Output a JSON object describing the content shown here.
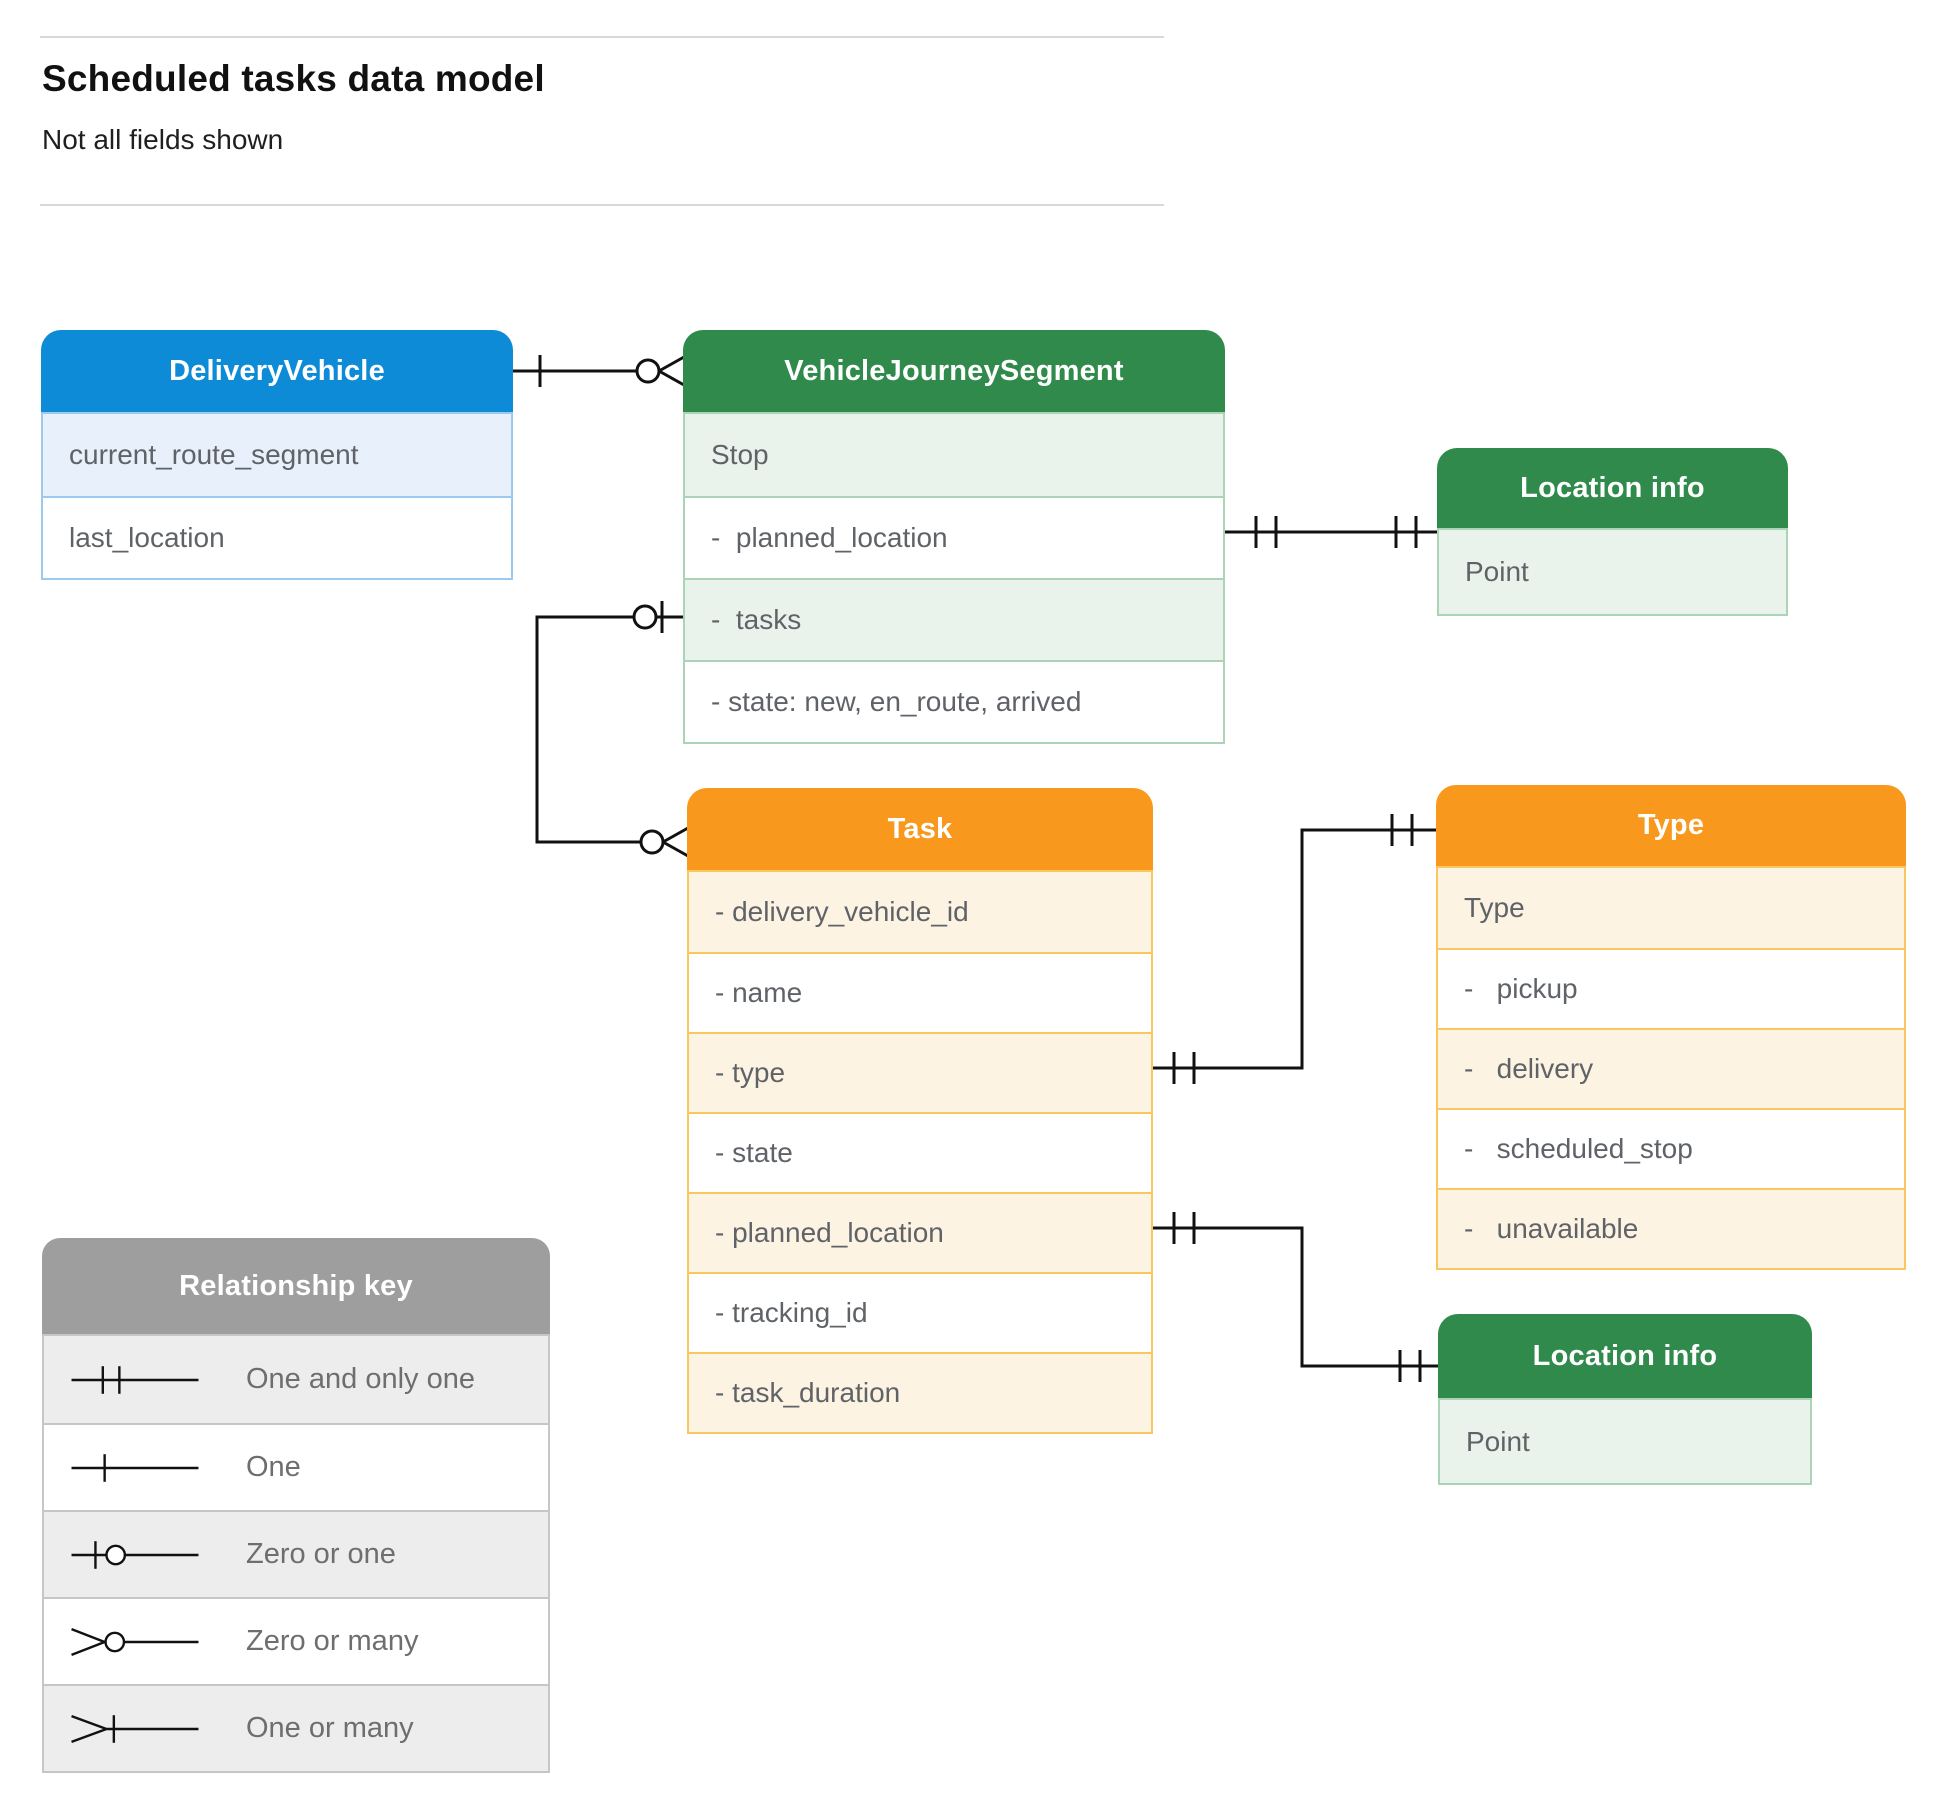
{
  "page": {
    "title": "Scheduled tasks data model",
    "subtitle": "Not all fields shown"
  },
  "colors": {
    "blue": "#0D8BD6",
    "blue_tint": "#E8F1FB",
    "blue_border": "#9CC9EF",
    "green": "#2F8A4C",
    "green_tint": "#E9F3EB",
    "green_border": "#AAD4B5",
    "orange": "#F8981D",
    "orange_tint": "#FDF3E3",
    "orange_border": "#F9C65F",
    "gray": "#9E9E9E",
    "gray_tint": "#EDEDED",
    "gray_border": "#C6C6C6",
    "connector": "#111111",
    "field_text": "#5F6368"
  },
  "entities": {
    "delivery_vehicle": {
      "title": "DeliveryVehicle",
      "rows": [
        "current_route_segment",
        "last_location"
      ]
    },
    "vehicle_journey_segment": {
      "title": "VehicleJourneySegment",
      "rows": [
        "Stop",
        "-  planned_location",
        "-  tasks",
        "- state: new, en_route, arrived"
      ]
    },
    "location_info_top": {
      "title": "Location info",
      "rows": [
        "Point"
      ]
    },
    "task": {
      "title": "Task",
      "rows": [
        "- delivery_vehicle_id",
        "- name",
        "- type",
        "- state",
        "- planned_location",
        "- tracking_id",
        "- task_duration"
      ]
    },
    "type": {
      "title": "Type",
      "rows": [
        "Type",
        "-   pickup",
        "-   delivery",
        "-   scheduled_stop",
        "-   unavailable"
      ]
    },
    "location_info_bottom": {
      "title": "Location info",
      "rows": [
        "Point"
      ]
    }
  },
  "legend": {
    "title": "Relationship key",
    "items": [
      {
        "symbol": "one-and-only-one",
        "label": "One and only one"
      },
      {
        "symbol": "one",
        "label": "One"
      },
      {
        "symbol": "zero-or-one",
        "label": "Zero or one"
      },
      {
        "symbol": "zero-or-many",
        "label": "Zero or many"
      },
      {
        "symbol": "one-or-many",
        "label": "One or many"
      }
    ]
  },
  "relationships": [
    {
      "from": "DeliveryVehicle",
      "to": "VehicleJourneySegment",
      "from_cardinality": "one",
      "to_cardinality": "zero-or-many"
    },
    {
      "from": "VehicleJourneySegment.tasks",
      "to": "Task",
      "from_cardinality": "zero-or-one",
      "to_cardinality": "zero-or-many"
    },
    {
      "from": "VehicleJourneySegment.planned_location",
      "to": "Location info",
      "from_cardinality": "one-and-only-one",
      "to_cardinality": "one-and-only-one"
    },
    {
      "from": "Task.type",
      "to": "Type",
      "from_cardinality": "one-and-only-one",
      "to_cardinality": "one-and-only-one"
    },
    {
      "from": "Task.planned_location",
      "to": "Location info",
      "from_cardinality": "one-and-only-one",
      "to_cardinality": "one-and-only-one"
    }
  ]
}
